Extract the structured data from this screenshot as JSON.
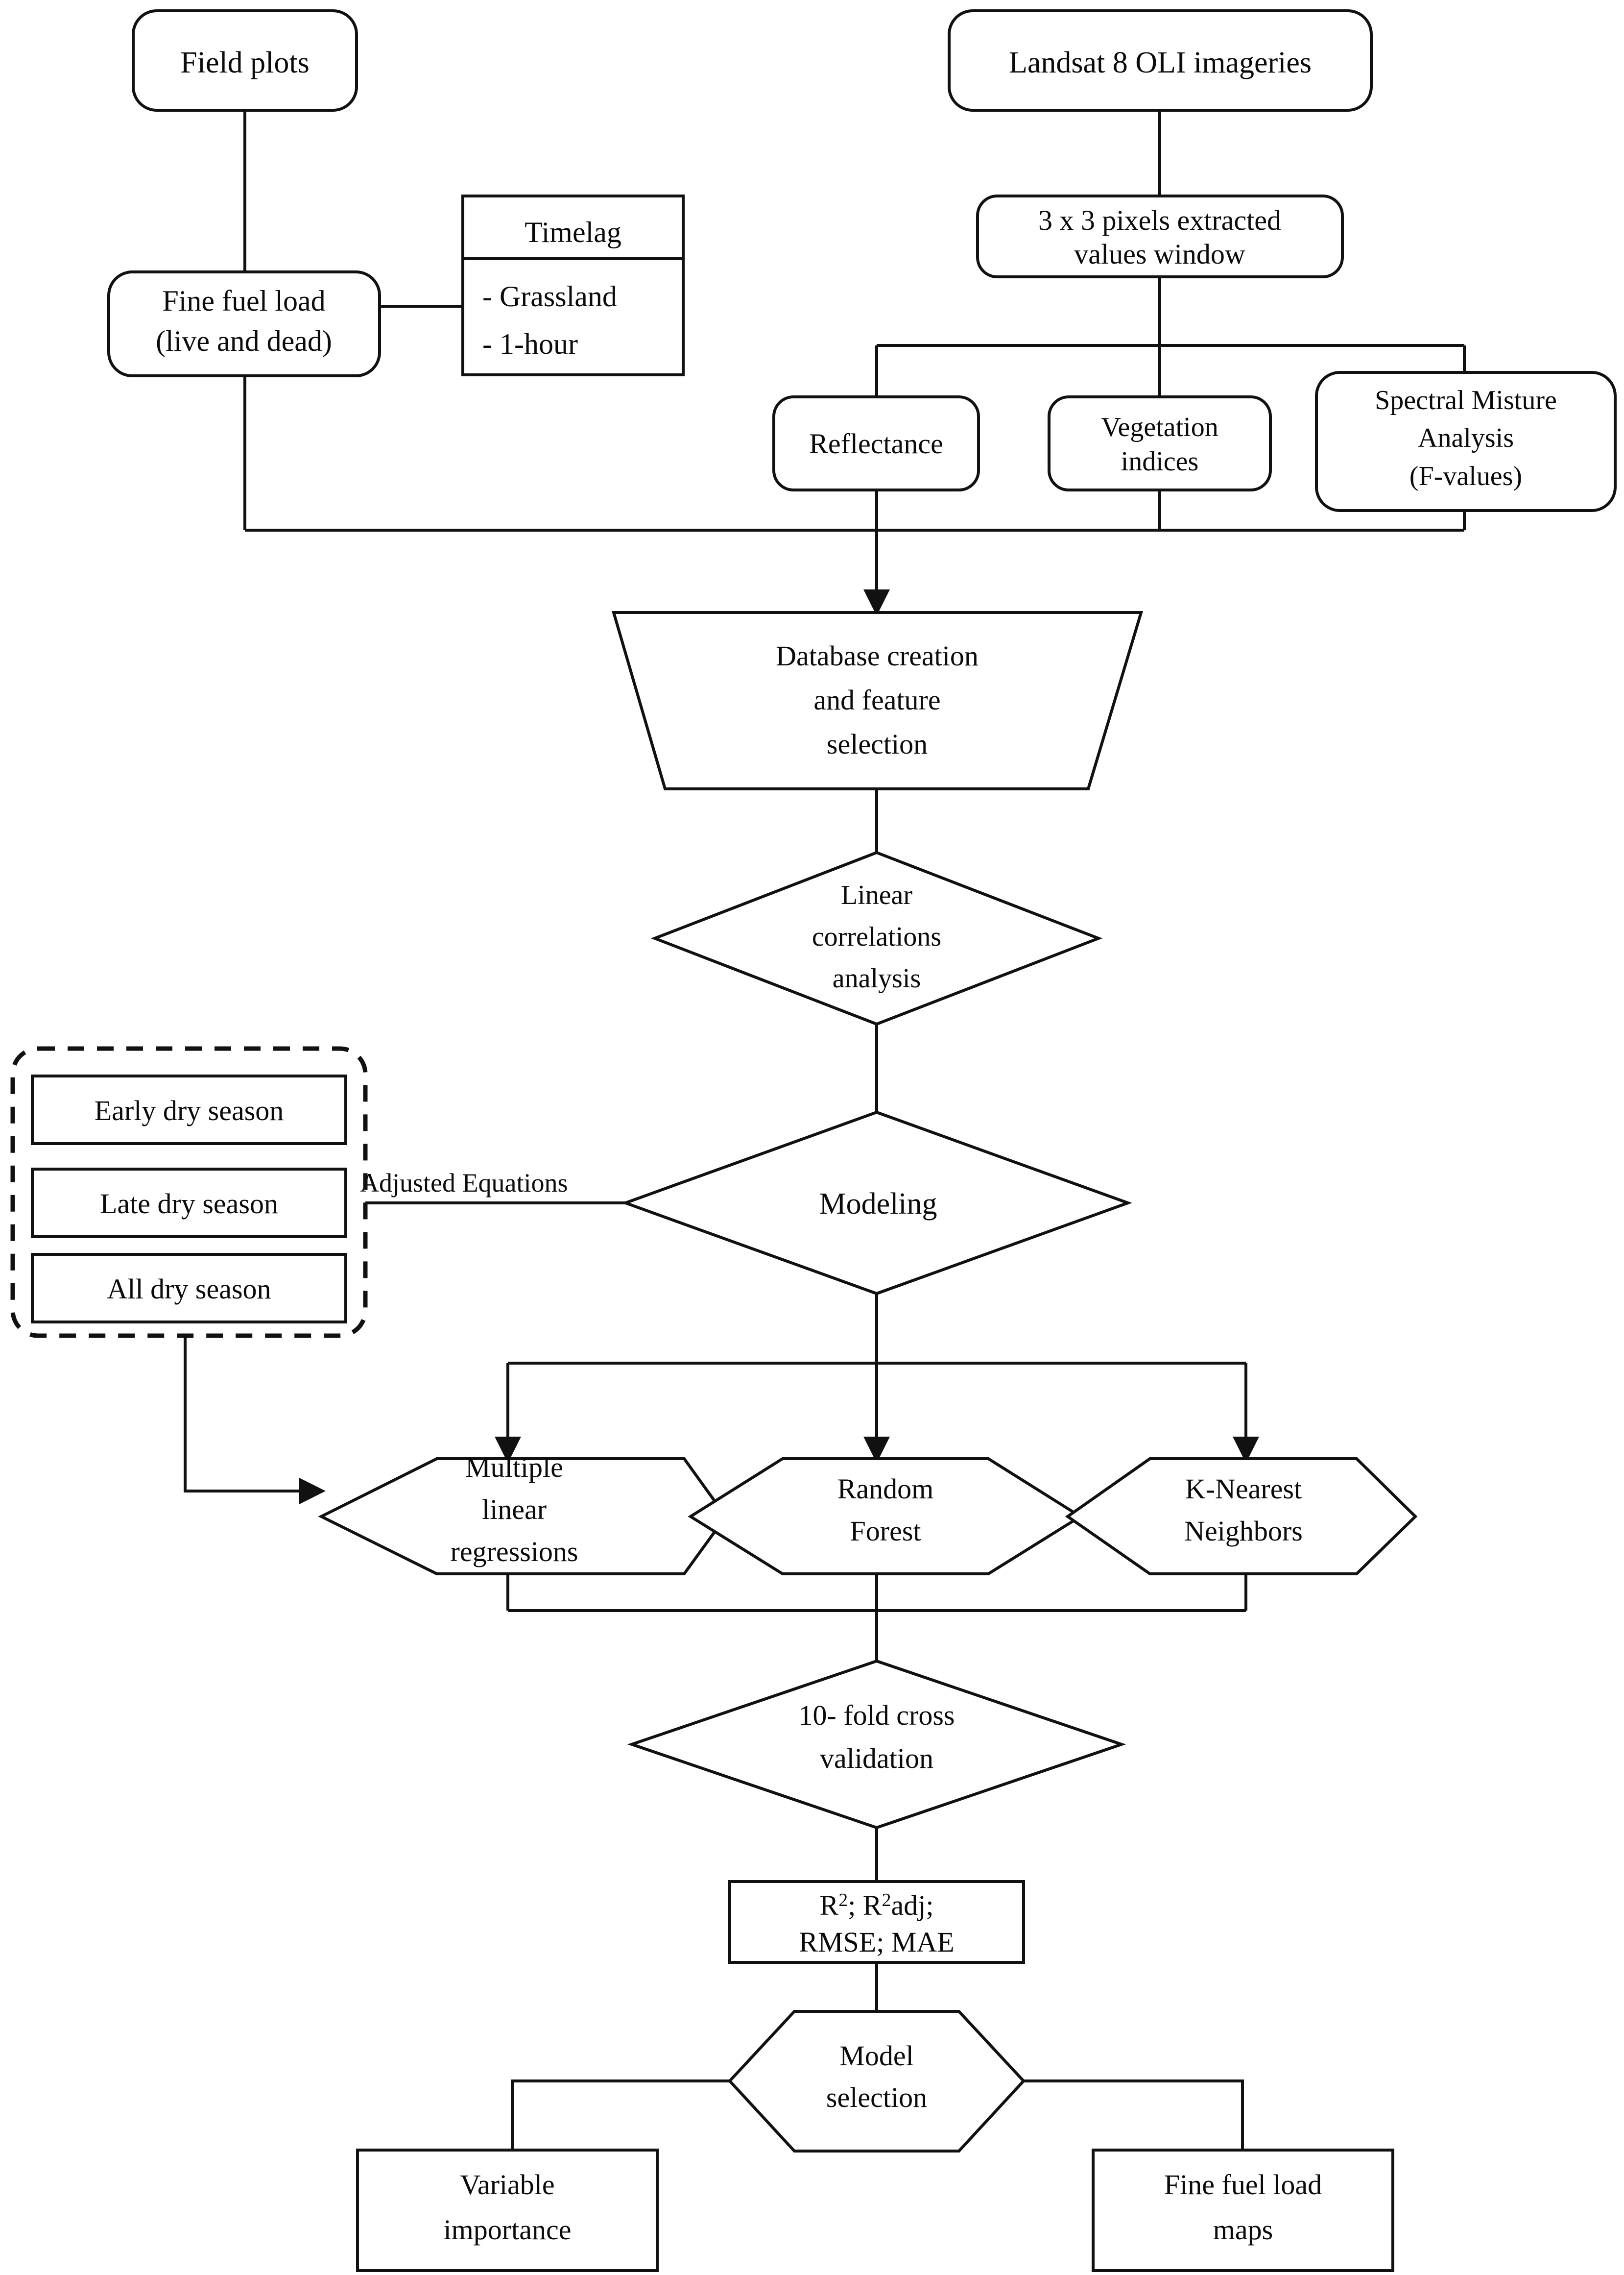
{
  "diagram": {
    "title": "Fine fuel load modeling workflow flowchart",
    "background_color": "#ffffff",
    "line_color": "#111111"
  },
  "nodes": {
    "field_plots": {
      "label": "Field plots",
      "shape": "rounded-rect"
    },
    "fine_fuel_load": {
      "line1": "Fine fuel load",
      "line2": "(live and dead)",
      "shape": "rounded-rect"
    },
    "timelag": {
      "header": "Timelag",
      "item1": "- Grassland",
      "item2": "- 1-hour",
      "shape": "rect-with-header"
    },
    "landsat": {
      "label": "Landsat 8 OLI imageries",
      "shape": "rounded-rect"
    },
    "pixel_window": {
      "line1": "3 x 3 pixels extracted",
      "line2": "values window",
      "shape": "rounded-rect"
    },
    "reflectance": {
      "label": "Reflectance",
      "shape": "rounded-rect"
    },
    "vegetation_indices": {
      "line1": "Vegetation",
      "line2": "indices",
      "shape": "rounded-rect"
    },
    "spectral_mixture": {
      "line1": "Spectral  Misture",
      "line2": "Analysis",
      "line3": "(F-values)",
      "shape": "rounded-rect"
    },
    "database_creation": {
      "line1": "Database  creation",
      "line2": "and feature",
      "line3": "selection",
      "shape": "trapezoid"
    },
    "linear_correlations": {
      "line1": "Linear",
      "line2": "correlations",
      "line3": "analysis",
      "shape": "diamond"
    },
    "modeling": {
      "label": "Modeling",
      "shape": "diamond"
    },
    "multiple_linear_regressions": {
      "line1": "Multiple",
      "line2": "linear",
      "line3": "regressions",
      "shape": "hexagon"
    },
    "random_forest": {
      "line1": "Random",
      "line2": "Forest",
      "shape": "hexagon"
    },
    "knn": {
      "line1": "K-Nearest",
      "line2": "Neighbors",
      "shape": "hexagon"
    },
    "cross_validation": {
      "line1": "10- fold cross",
      "line2": "validation",
      "shape": "diamond"
    },
    "metrics": {
      "line1_a": "R",
      "line1_sup1": "2",
      "line1_b": "; R",
      "line1_sup2": "2",
      "line1_c": "adj;",
      "line2": "RMSE; MAE",
      "shape": "rect"
    },
    "model_selection": {
      "line1": "Model",
      "line2": "selection",
      "shape": "hexagon"
    },
    "variable_importance": {
      "line1": "Variable",
      "line2": "importance",
      "shape": "rect"
    },
    "fine_fuel_load_maps": {
      "line1": "Fine fuel load",
      "line2": "maps",
      "shape": "rect"
    }
  },
  "season_group": {
    "style": "dashed-rounded-container",
    "items": [
      {
        "label": "Early dry season"
      },
      {
        "label": "Late dry season"
      },
      {
        "label": "All dry season"
      }
    ]
  },
  "edge_labels": {
    "adjusted_equations": "Adjusted Equations"
  }
}
